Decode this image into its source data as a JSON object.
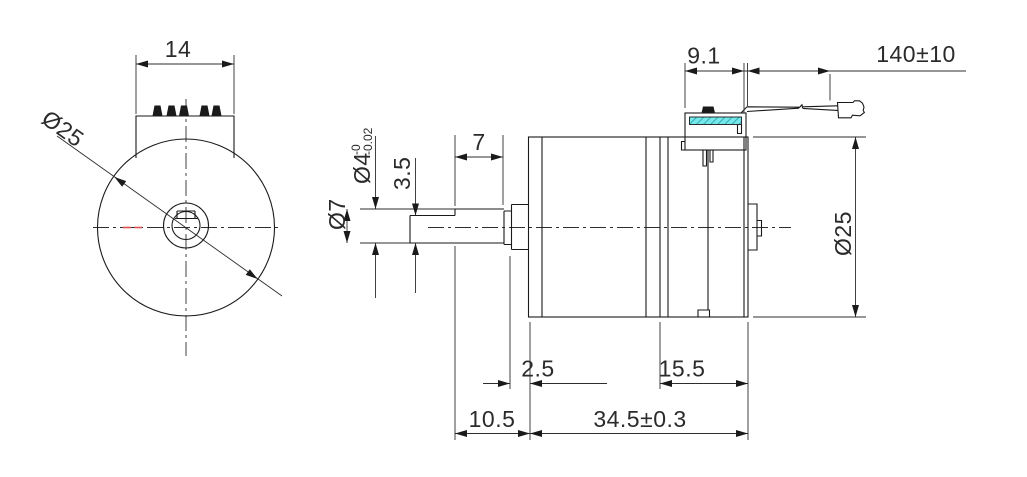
{
  "drawing": {
    "title": "gear-motor-two-view-dimension-drawing",
    "background": "#ffffff",
    "line_color": "#1a1a1a",
    "red_accent": "#e05050",
    "pcb_fill": "#76e8ea",
    "pcb_hatch": "#1fa0ad",
    "dimensions": {
      "front_width": "14",
      "front_diameter": "Ø25",
      "shaft_diameter_main": "Ø4",
      "shaft_tol_upper": "-0",
      "shaft_tol_lower": "-0.02",
      "flat_height": "3.5",
      "shaft_exposed": "7",
      "hub_diameter": "Ø7",
      "terminal_block_width": "9.1",
      "lead_length": "140±10",
      "body_diameter": "Ø25",
      "boss_length": "2.5",
      "rear_section": "15.5",
      "front_section": "10.5",
      "body_length": "34.5±0.3"
    }
  }
}
